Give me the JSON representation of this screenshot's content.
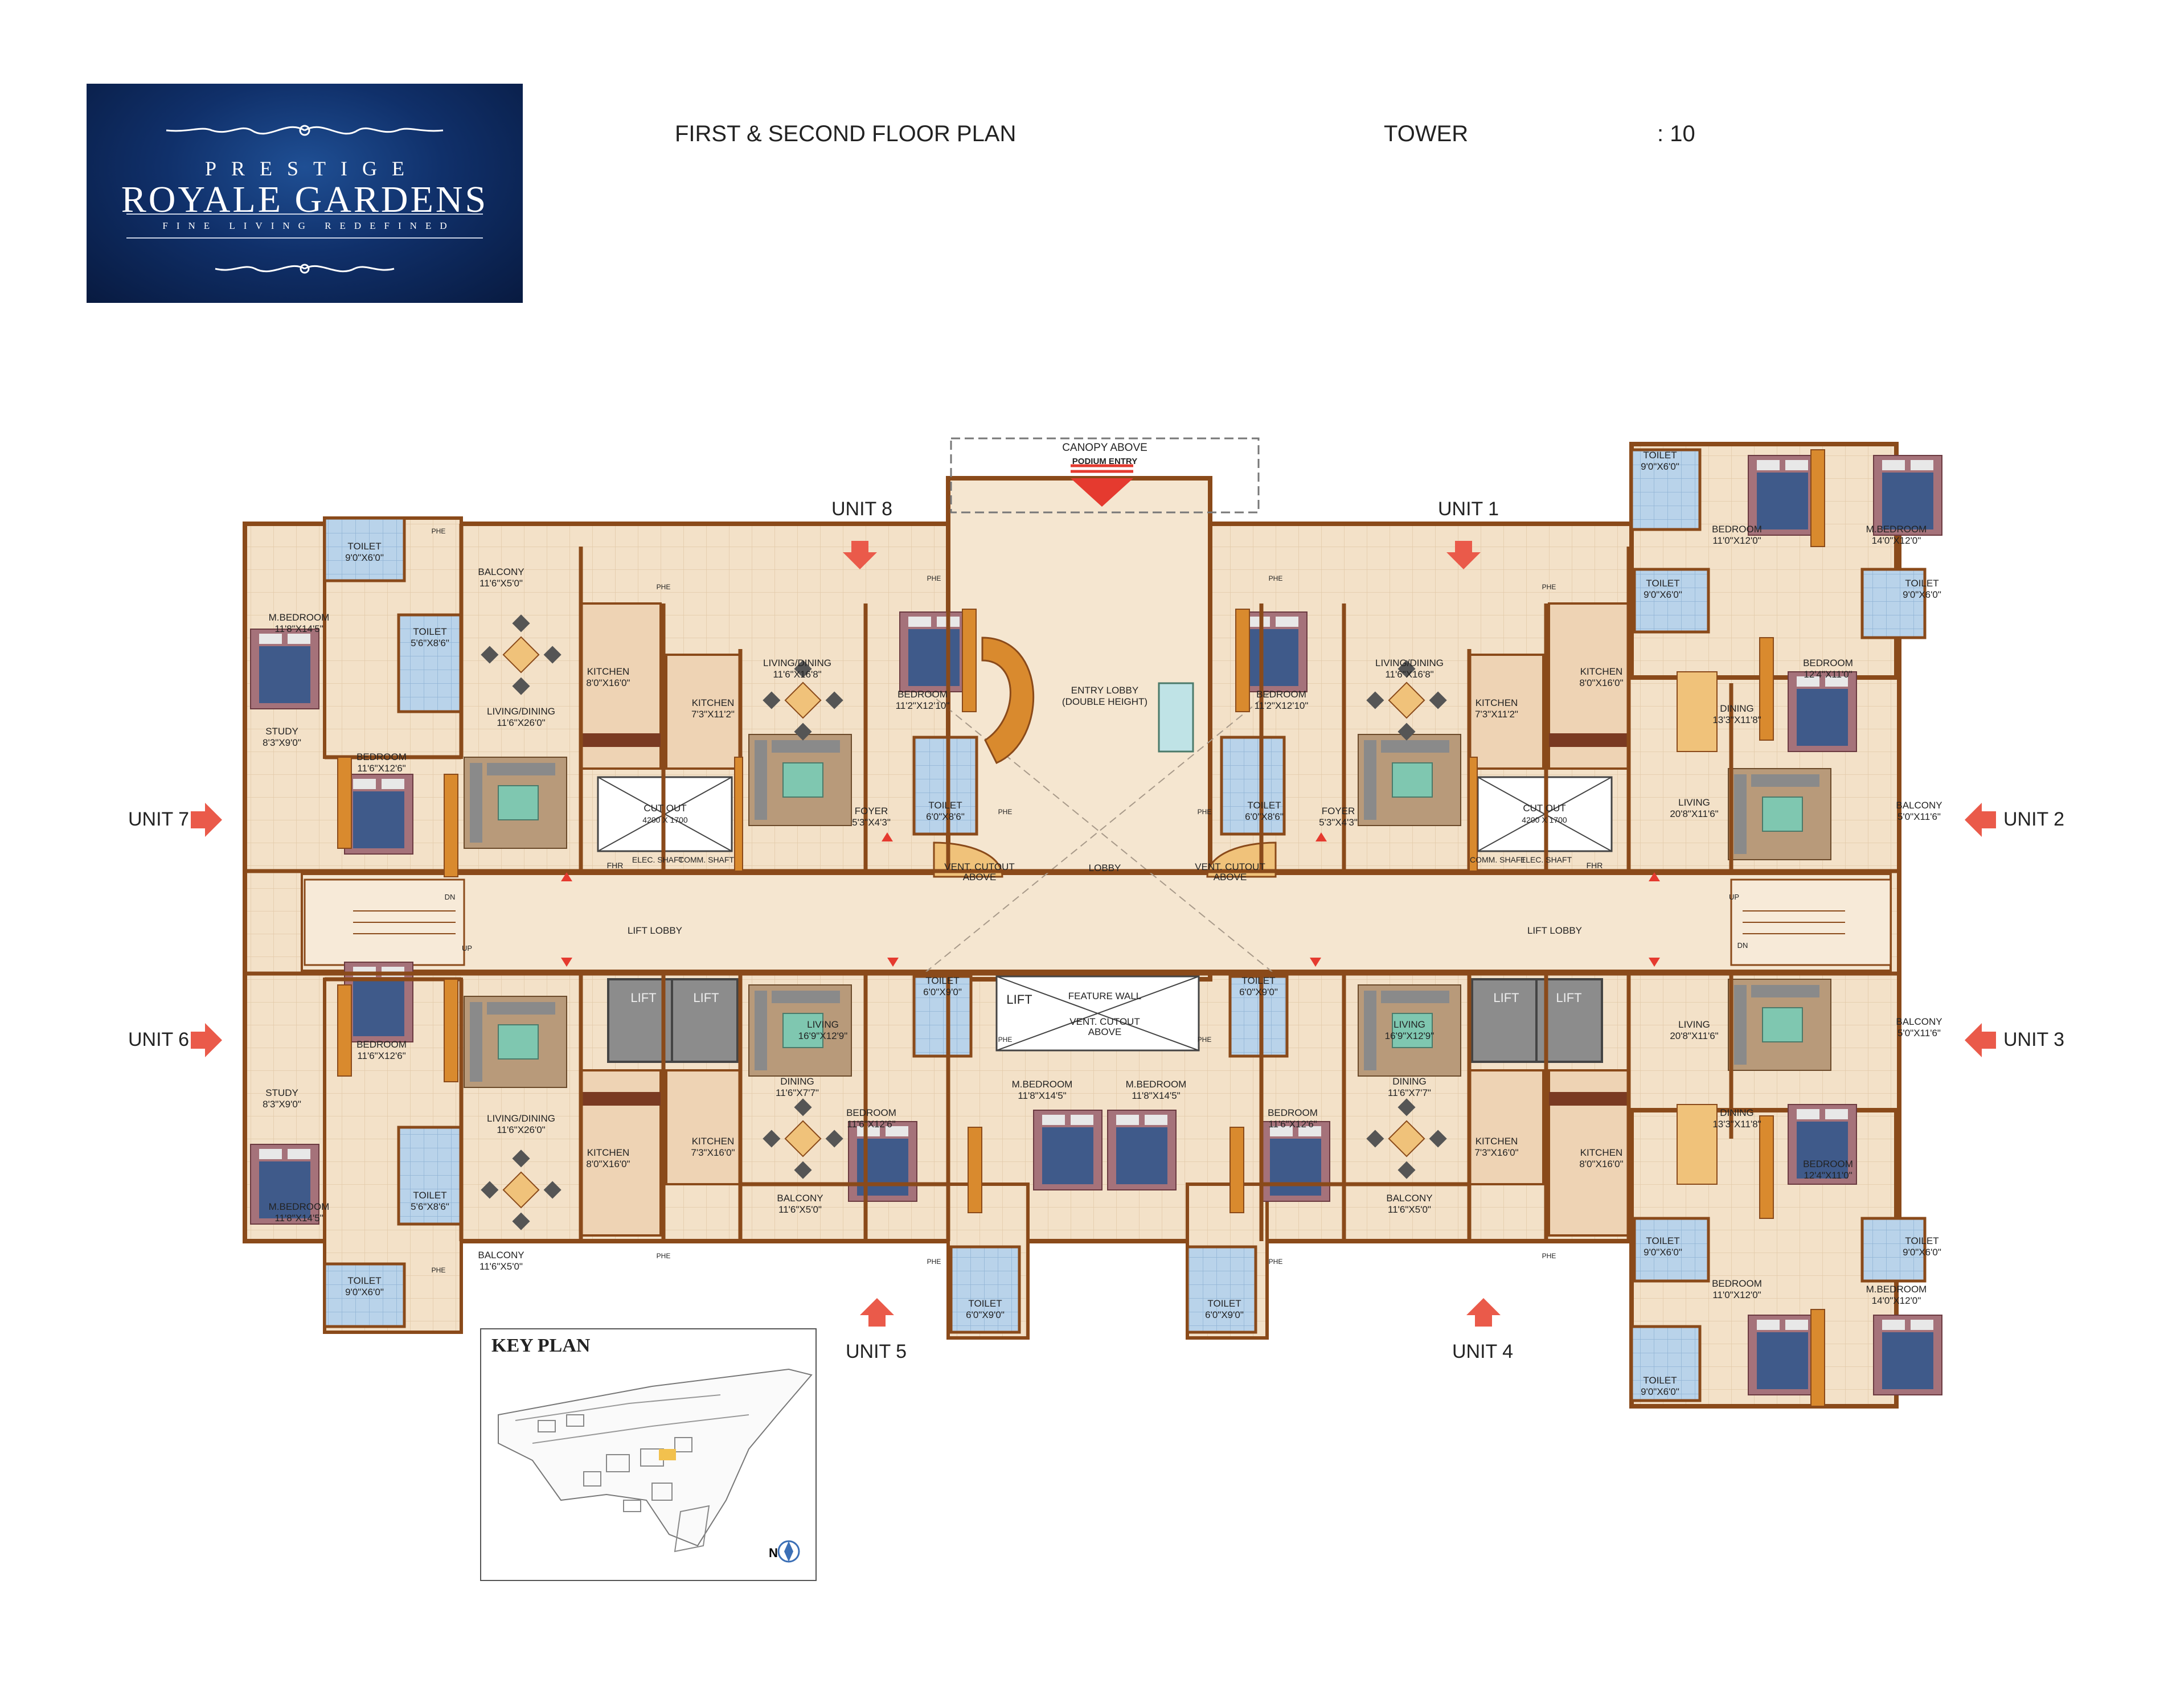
{
  "logo": {
    "line1": "PRESTIGE",
    "line2": "ROYALE GARDENS",
    "tagline": "FINE LIVING REDEFINED"
  },
  "header": {
    "title": "FIRST & SECOND FLOOR PLAN",
    "tower_label": "TOWER",
    "tower_value": ": 10"
  },
  "units": {
    "u1": "UNIT 1",
    "u2": "UNIT 2",
    "u3": "UNIT 3",
    "u4": "UNIT 4",
    "u5": "UNIT 5",
    "u6": "UNIT 6",
    "u7": "UNIT 7",
    "u8": "UNIT 8"
  },
  "entry": {
    "canopy": "CANOPY ABOVE",
    "podium": "PODIUM ENTRY",
    "entry_lobby": "ENTRY LOBBY",
    "double_height": "(DOUBLE HEIGHT)",
    "lobby": "LOBBY",
    "lift_lobby": "LIFT LOBBY",
    "feature_wall": "FEATURE WALL",
    "lift": "LIFT",
    "vent_cutout": "VENT. CUTOUT",
    "above": "ABOVE",
    "cut_out": "CUT OUT",
    "cut_out_size": "4200 X 1700",
    "fhr": "FHR",
    "elec_shaft": "ELEC. SHAFT",
    "comm_shaft": "COMM. SHAFT",
    "phe": "PHE",
    "up": "UP",
    "dn": "DN"
  },
  "rooms": {
    "toilet": "TOILET",
    "bedroom": "BEDROOM",
    "mbedroom": "M.BEDROOM",
    "study": "STUDY",
    "balcony": "BALCONY",
    "kitchen": "KITCHEN",
    "living_dining": "LIVING/DINING",
    "living": "LIVING",
    "dining": "DINING",
    "foyer": "FOYER"
  },
  "dims": {
    "d_9x6": "9'0\"X6'0\"",
    "d_5_6x8_6": "5'6\"X8'6\"",
    "d_11_8x14_5": "11'8\"X14'5\"",
    "d_8_3x9": "8'3\"X9'0\"",
    "d_11_6x12_6": "11'6\"X12'6\"",
    "d_11_6x5": "11'6\"X5'0\"",
    "d_11_6x26": "11'6\"X26'0\"",
    "d_8x16": "8'0\"X16'0\"",
    "d_7_3x11_2": "7'3\"X11'2\"",
    "d_11_6x16_8": "11'6\"X16'8\"",
    "d_11_2x12_10": "11'2\"X12'10\"",
    "d_5_3x4_3": "5'3\"X4'3\"",
    "d_6x8_6": "6'0\"X8'6\"",
    "d_11x12": "11'0\"X12'0\"",
    "d_14x12": "14'0\"X12'0\"",
    "d_12_4x11": "12'4\"X11'0\"",
    "d_13_3x11_8": "13'3\"X11'8\"",
    "d_20_8x11_6": "20'8\"X11'6\"",
    "d_5x11_6": "5'0\"X11'6\"",
    "d_16_9x12_9": "16'9\"X12'9\"",
    "d_11_6x7_7": "11'6\"X7'7\"",
    "d_7_3x16": "7'3\"X16'0\"",
    "d_6x9": "6'0\"X9'0\""
  },
  "keyplan": {
    "title": "KEY PLAN",
    "north": "N"
  },
  "colors": {
    "wall": "#8a4a1a",
    "floor": "#f3e1c8",
    "floor_alt": "#eed3b4",
    "toilet": "#b9d3ea",
    "wood": "#d98a2e",
    "lift": "#8c8c8c",
    "arrow": "#ea5a4a",
    "logo_bg": "#0d2a5e"
  }
}
